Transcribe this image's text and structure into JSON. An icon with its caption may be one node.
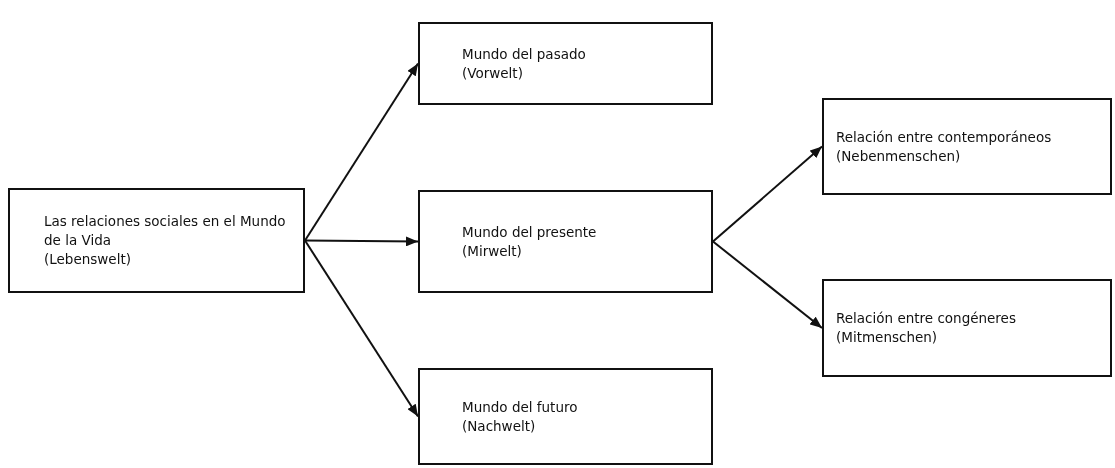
{
  "diagram": {
    "nodes": [
      {
        "text": [
          "Las relaciones sociales en el Mundo de la Vida",
          "(Lebenswelt)"
        ]
      },
      {
        "text": [
          "Mundo del pasado",
          "(Vorwelt)"
        ]
      },
      {
        "text": [
          "Mundo del presente",
          "(Mirwelt)"
        ]
      },
      {
        "text": [
          "Mundo del futuro",
          "(Nachwelt)"
        ]
      },
      {
        "text": [
          "Relación entre contemporáneos",
          "(Nebenmenschen)"
        ]
      },
      {
        "text": [
          "Relación entre congéneres",
          "(Mitmenschen)"
        ]
      }
    ],
    "edges": [
      {
        "from": 0,
        "to": 1,
        "arrow": "to"
      },
      {
        "from": 0,
        "to": 2,
        "arrow": "to"
      },
      {
        "from": 0,
        "to": 3,
        "arrow": "to"
      },
      {
        "from": 2,
        "to": 4,
        "arrow": "to"
      },
      {
        "from": 2,
        "to": 5,
        "arrow": "to"
      }
    ]
  }
}
